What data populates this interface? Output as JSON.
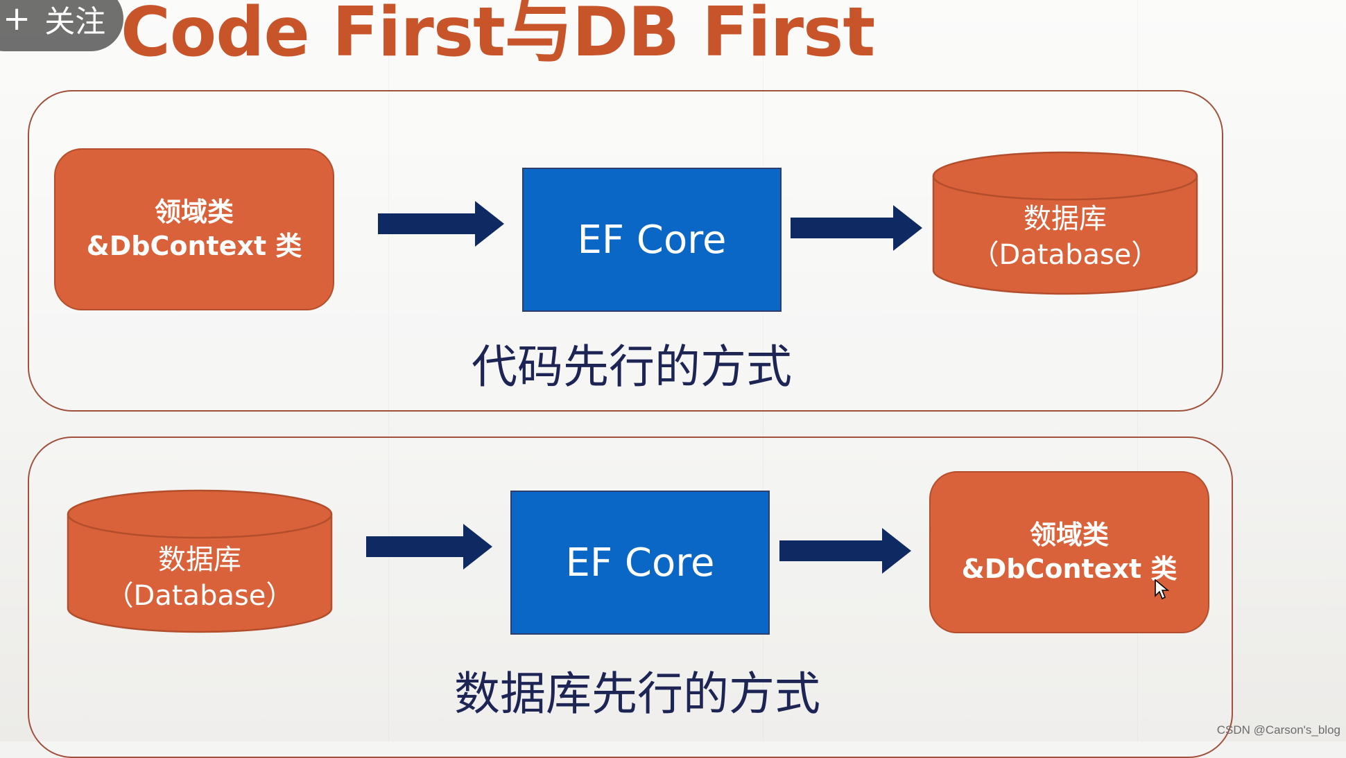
{
  "overlay": {
    "follow_label": "关注",
    "follow_icon": "plus-icon"
  },
  "title": "Code First与DB First",
  "code_first": {
    "source_line1": "领域类",
    "source_line2": "&DbContext 类",
    "middle": "EF Core",
    "target_line1": "数据库",
    "target_line2": "（Database）",
    "caption": "代码先行的方式"
  },
  "db_first": {
    "source_line1": "数据库",
    "source_line2": "（Database）",
    "middle": "EF Core",
    "target_line1": "领域类",
    "target_line2": "&DbContext 类",
    "caption": "数据库先行的方式"
  },
  "watermark": "CSDN @Carson's_blog",
  "colors": {
    "title": "#c8542a",
    "orange": "#d9623a",
    "blue": "#0a67c6",
    "arrow": "#0f2a63",
    "caption": "#1d2555",
    "panel_border": "#a0503a"
  }
}
